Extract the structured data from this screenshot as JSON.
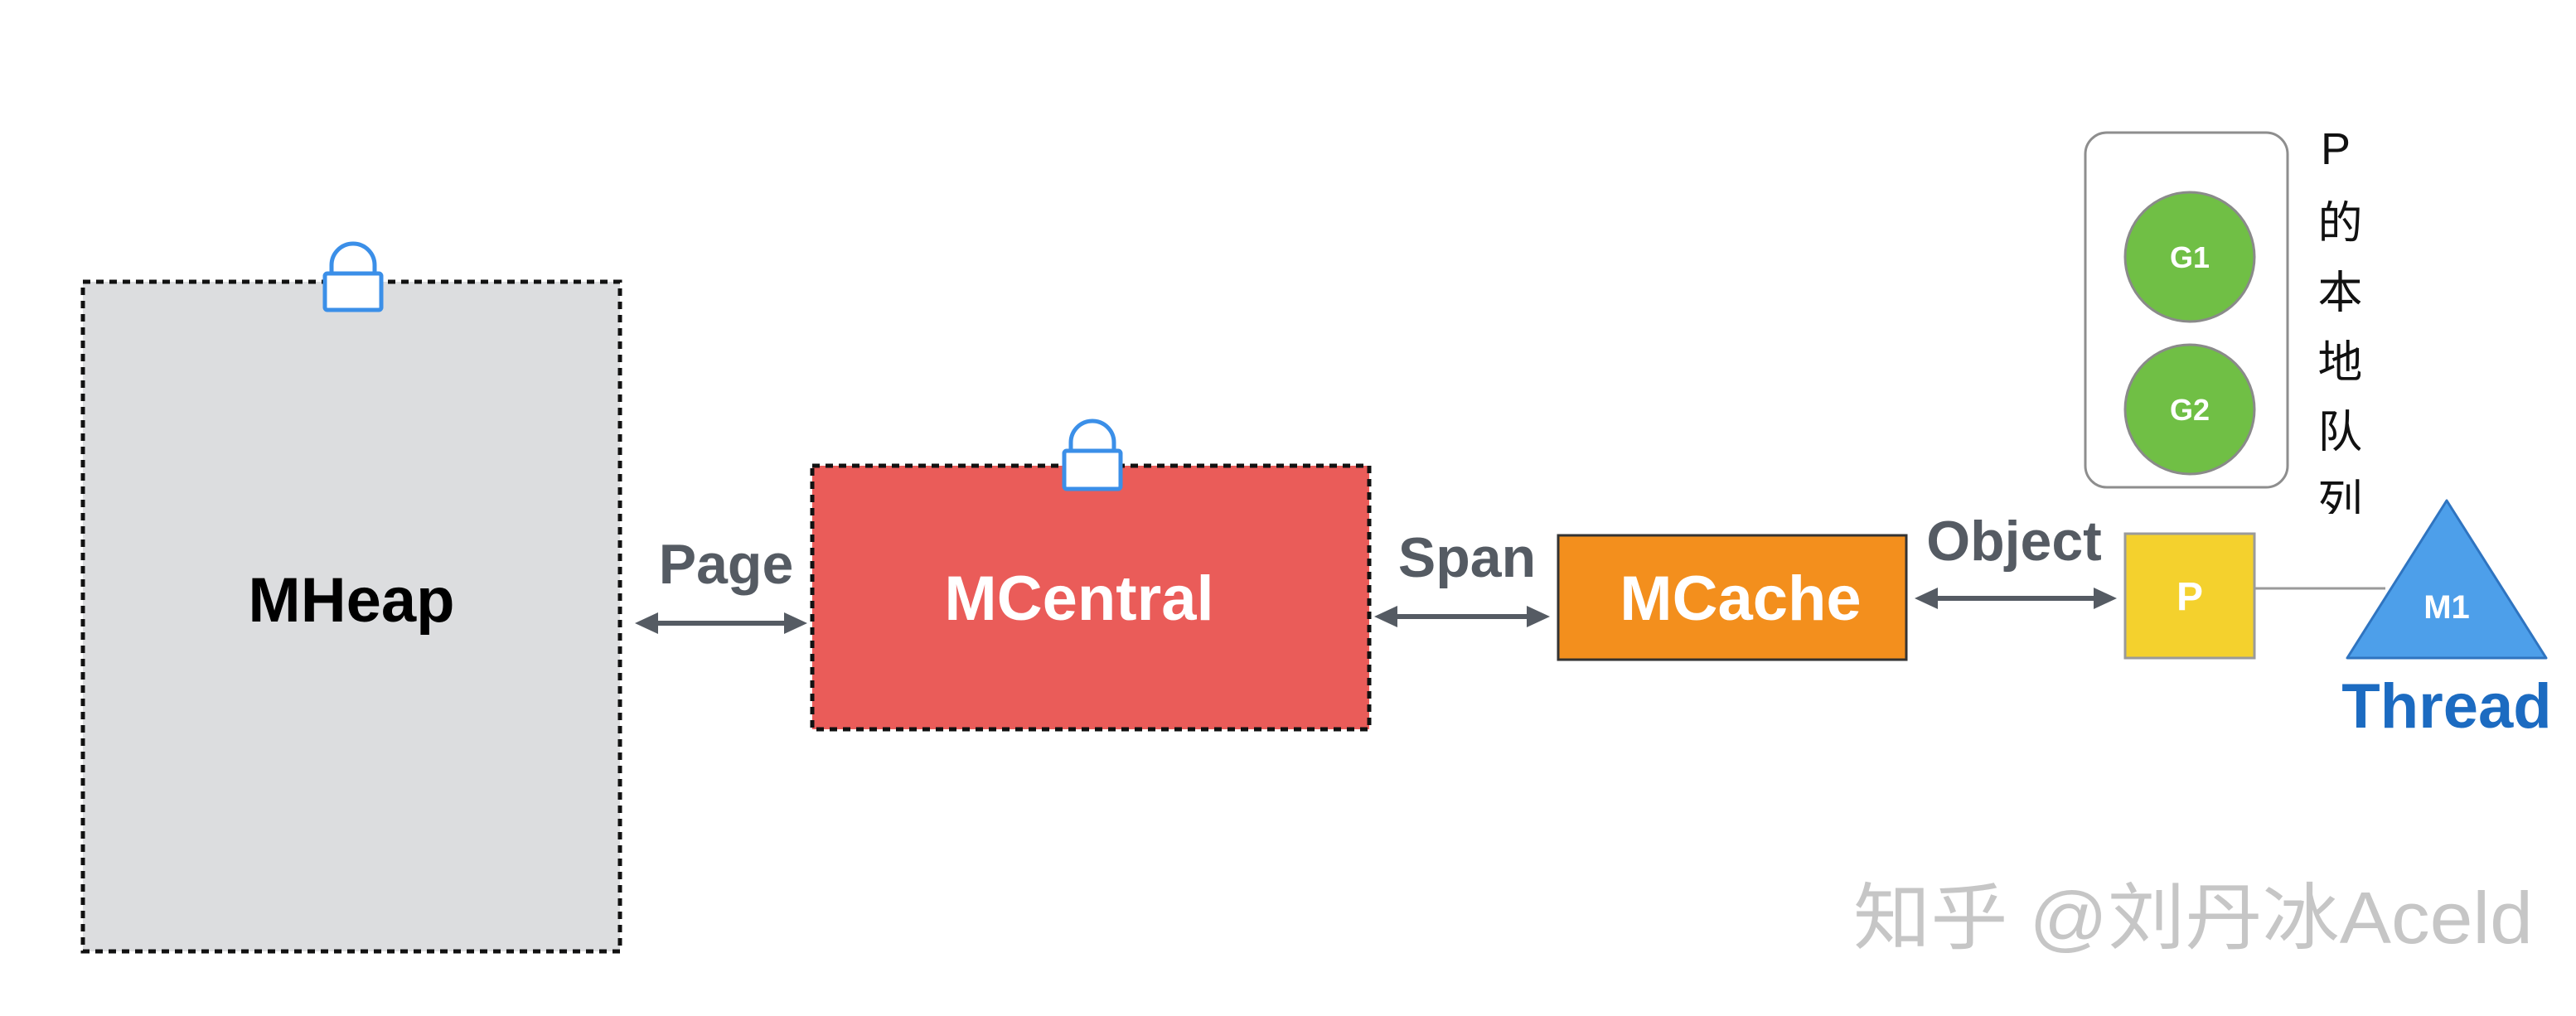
{
  "nodes": {
    "mheap": {
      "label": "MHeap",
      "locked": true,
      "icon": "lock-icon"
    },
    "mcentral": {
      "label": "MCentral",
      "locked": true,
      "icon": "lock-icon"
    },
    "mcache": {
      "label": "MCache"
    },
    "p": {
      "label": "P"
    },
    "m1": {
      "label": "M1"
    },
    "g1": {
      "label": "G1"
    },
    "g2": {
      "label": "G2"
    }
  },
  "edges": [
    {
      "label": "Page",
      "direction": "both"
    },
    {
      "label": "Span",
      "direction": "both"
    },
    {
      "label": "Object",
      "direction": "both"
    }
  ],
  "thread_label": "Thread",
  "local_queue_label": "P的本地队列",
  "watermark": "知乎 @刘丹冰Aceld",
  "colors": {
    "mheap": "#dcdddf",
    "mcentral": "#ea5c59",
    "mcache": "#f38f1d",
    "p": "#f4d12d",
    "m1": "#4d9fea",
    "goroutine": "#70bf45",
    "thread_text": "#1c6bc1",
    "arrow": "#555b63",
    "lock": "#3b8fe8"
  }
}
